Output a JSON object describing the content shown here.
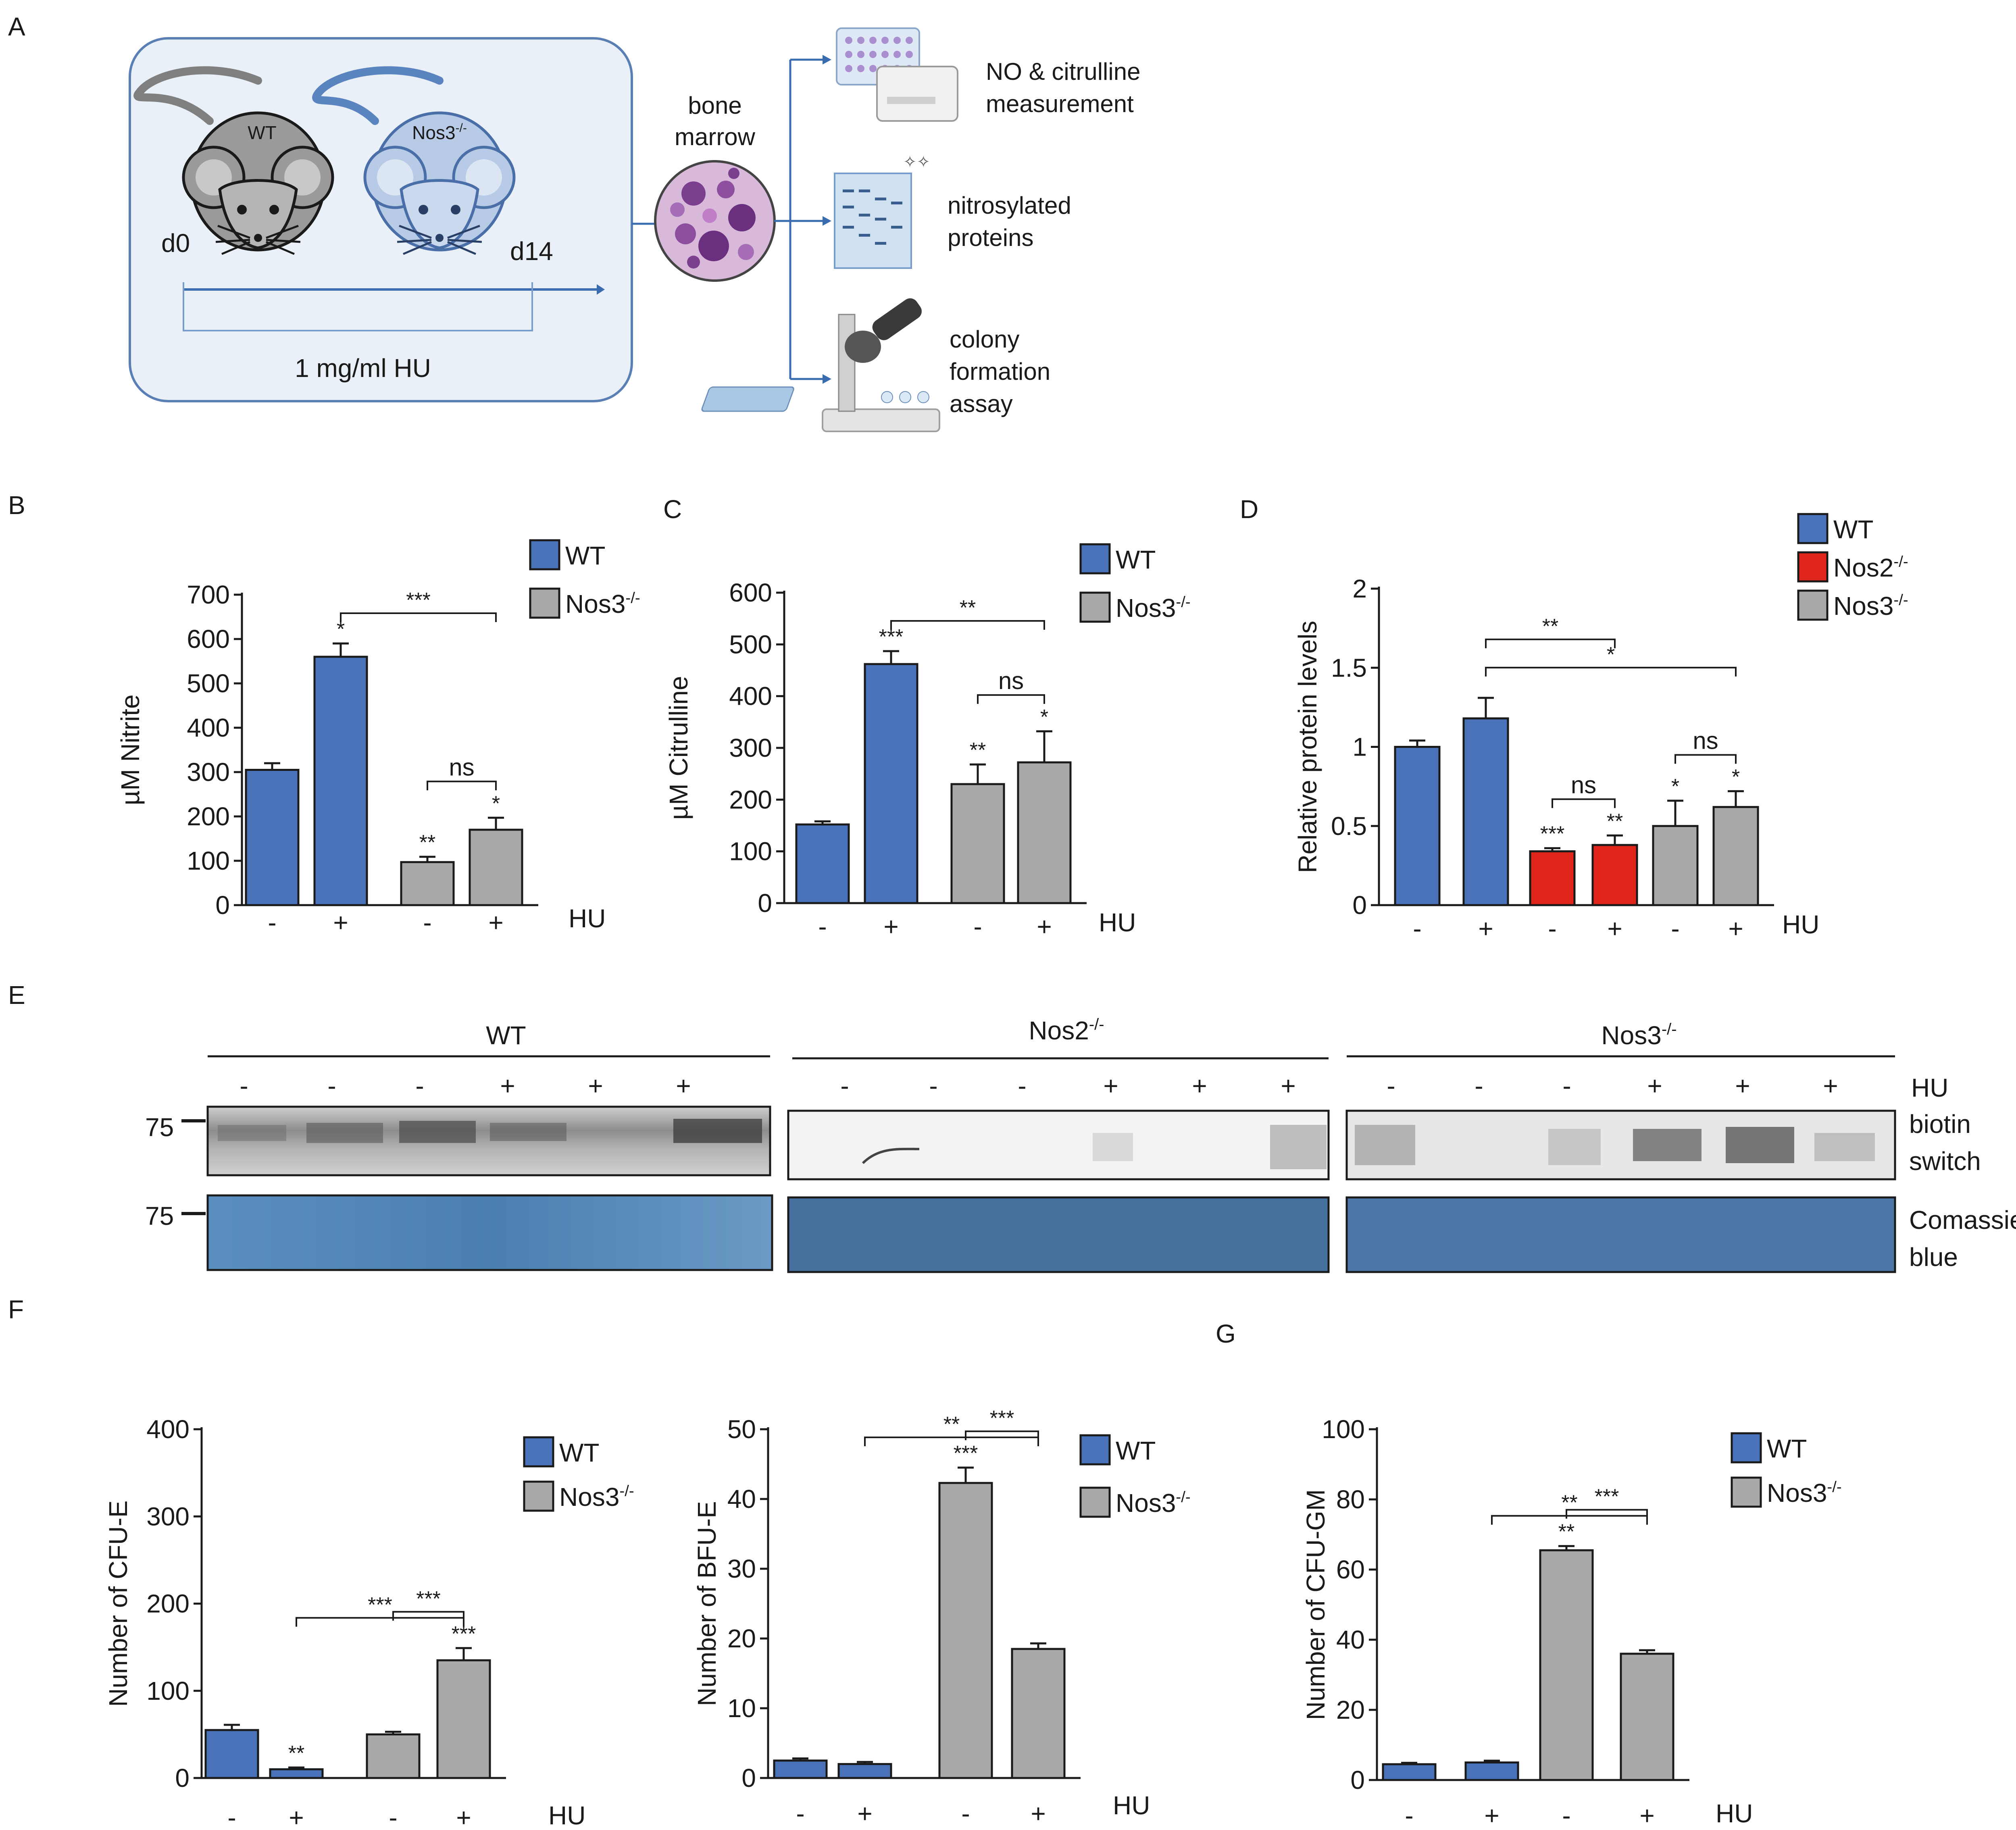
{
  "colors": {
    "wt": "#4a72b8",
    "nos2": "#e0261b",
    "nos3": "#a9a9a9",
    "schematic_bg": "#e9f0f7",
    "schematic_border": "#5a7fb5",
    "arrow": "#3a6db0",
    "coomassie": "#3f73a3"
  },
  "panels": {
    "a": "A",
    "b": "B",
    "c": "C",
    "d": "D",
    "e": "E",
    "f": "F",
    "g": "G"
  },
  "schematic": {
    "mouse_wt_label": "WT",
    "mouse_ko_label": "Nos3",
    "mouse_ko_sup": "-/-",
    "day_start": "d0",
    "day_end": "d14",
    "treatment": "1 mg/ml HU",
    "sample_line1": "bone",
    "sample_line2": "marrow",
    "assay1_line1": "NO & citrulline",
    "assay1_line2": "measurement",
    "assay2_line1": "nitrosylated",
    "assay2_line2": "proteins",
    "assay3_line1": "colony",
    "assay3_line2": "formation",
    "assay3_line3": "assay"
  },
  "legend": {
    "wt": "WT",
    "nos2": "Nos2",
    "nos3": "Nos3",
    "sup": "-/-"
  },
  "hu_label": "HU",
  "hu_signs": [
    "-",
    "+",
    "-",
    "+"
  ],
  "hu_signs_6": [
    "-",
    "+",
    "-",
    "+",
    "-",
    "+"
  ],
  "blot": {
    "groups": [
      "WT",
      "Nos2",
      "Nos3"
    ],
    "group_sup": "-/-",
    "lane_signs": [
      "-",
      "-",
      "-",
      "+",
      "+",
      "+"
    ],
    "marker": "75",
    "row1_line1": "biotin",
    "row1_line2": "switch",
    "row2_line1": "Comassie",
    "row2_line2": "blue",
    "hu": "HU"
  },
  "chart_data": [
    {
      "id": "B",
      "type": "bar",
      "ylabel": "µM Nitrite",
      "ylim": [
        0,
        700
      ],
      "yticks": [
        0,
        100,
        200,
        300,
        400,
        500,
        600,
        700
      ],
      "bars": [
        {
          "group": "WT",
          "hu": "-",
          "value": 305,
          "err": 15,
          "sig": ""
        },
        {
          "group": "WT",
          "hu": "+",
          "value": 560,
          "err": 30,
          "sig": "*"
        },
        {
          "group": "Nos3-/-",
          "hu": "-",
          "value": 97,
          "err": 12,
          "sig": "**"
        },
        {
          "group": "Nos3-/-",
          "hu": "+",
          "value": 170,
          "err": 27,
          "sig": "*"
        }
      ],
      "brackets": [
        {
          "from": 1,
          "to": 3,
          "label": "***"
        },
        {
          "from": 2,
          "to": 3,
          "label": "ns"
        }
      ],
      "legend": [
        "WT",
        "Nos3-/-"
      ]
    },
    {
      "id": "C",
      "type": "bar",
      "ylabel": "µM Citrulline",
      "ylim": [
        0,
        600
      ],
      "yticks": [
        0,
        100,
        200,
        300,
        400,
        500,
        600
      ],
      "bars": [
        {
          "group": "WT",
          "hu": "-",
          "value": 152,
          "err": 6,
          "sig": ""
        },
        {
          "group": "WT",
          "hu": "+",
          "value": 462,
          "err": 25,
          "sig": "***"
        },
        {
          "group": "Nos3-/-",
          "hu": "-",
          "value": 230,
          "err": 38,
          "sig": "**"
        },
        {
          "group": "Nos3-/-",
          "hu": "+",
          "value": 272,
          "err": 60,
          "sig": "*"
        }
      ],
      "brackets": [
        {
          "from": 1,
          "to": 3,
          "label": "**"
        },
        {
          "from": 2,
          "to": 3,
          "label": "ns"
        }
      ],
      "legend": [
        "WT",
        "Nos3-/-"
      ]
    },
    {
      "id": "D",
      "type": "bar",
      "ylabel": "Relative protein levels",
      "ylim": [
        0,
        2
      ],
      "yticks": [
        0,
        0.5,
        1,
        1.5,
        2
      ],
      "ytick_labels": [
        "0",
        "0.5",
        "1",
        "1.5",
        "2"
      ],
      "bars": [
        {
          "group": "WT",
          "hu": "-",
          "value": 1.0,
          "err": 0.04,
          "sig": ""
        },
        {
          "group": "WT",
          "hu": "+",
          "value": 1.18,
          "err": 0.13,
          "sig": ""
        },
        {
          "group": "Nos2-/-",
          "hu": "-",
          "value": 0.34,
          "err": 0.02,
          "sig": "***"
        },
        {
          "group": "Nos2-/-",
          "hu": "+",
          "value": 0.38,
          "err": 0.06,
          "sig": "**"
        },
        {
          "group": "Nos3-/-",
          "hu": "-",
          "value": 0.5,
          "err": 0.16,
          "sig": "*"
        },
        {
          "group": "Nos3-/-",
          "hu": "+",
          "value": 0.62,
          "err": 0.1,
          "sig": "*"
        }
      ],
      "brackets": [
        {
          "from": 1,
          "to": 5,
          "label": "*"
        },
        {
          "from": 1,
          "to": 3,
          "label": "**"
        },
        {
          "from": 2,
          "to": 3,
          "label": "ns"
        },
        {
          "from": 4,
          "to": 5,
          "label": "ns"
        }
      ],
      "legend": [
        "WT",
        "Nos2-/-",
        "Nos3-/-"
      ]
    },
    {
      "id": "F1",
      "type": "bar",
      "ylabel": "Number of CFU-E",
      "ylim": [
        0,
        400
      ],
      "yticks": [
        0,
        100,
        200,
        300,
        400
      ],
      "bars": [
        {
          "group": "WT",
          "hu": "-",
          "value": 55,
          "err": 6,
          "sig": ""
        },
        {
          "group": "WT",
          "hu": "+",
          "value": 10,
          "err": 2,
          "sig": "**"
        },
        {
          "group": "Nos3-/-",
          "hu": "-",
          "value": 50,
          "err": 3,
          "sig": ""
        },
        {
          "group": "Nos3-/-",
          "hu": "+",
          "value": 135,
          "err": 14,
          "sig": "***"
        }
      ],
      "brackets": [
        {
          "from": 1,
          "to": 3,
          "label": "***"
        },
        {
          "from": 2,
          "to": 3,
          "label": "***"
        }
      ],
      "legend": [
        "WT",
        "Nos3-/-"
      ]
    },
    {
      "id": "F2",
      "type": "bar",
      "ylabel": "Number of BFU-E",
      "ylim": [
        0,
        50
      ],
      "yticks": [
        0,
        10,
        20,
        30,
        40,
        50
      ],
      "bars": [
        {
          "group": "WT",
          "hu": "-",
          "value": 2.5,
          "err": 0.3,
          "sig": ""
        },
        {
          "group": "WT",
          "hu": "+",
          "value": 2.0,
          "err": 0.3,
          "sig": ""
        },
        {
          "group": "Nos3-/-",
          "hu": "-",
          "value": 42.3,
          "err": 2.2,
          "sig": "***"
        },
        {
          "group": "Nos3-/-",
          "hu": "+",
          "value": 18.5,
          "err": 0.8,
          "sig": ""
        }
      ],
      "brackets": [
        {
          "from": 1,
          "to": 3,
          "label": "**"
        },
        {
          "from": 2,
          "to": 3,
          "label": "***"
        }
      ],
      "legend": [
        "WT",
        "Nos3-/-"
      ]
    },
    {
      "id": "G",
      "type": "bar",
      "ylabel": "Number of CFU-GM",
      "ylim": [
        0,
        100
      ],
      "yticks": [
        0,
        20,
        40,
        60,
        80,
        100
      ],
      "bars": [
        {
          "group": "WT",
          "hu": "-",
          "value": 4.5,
          "err": 0.4,
          "sig": ""
        },
        {
          "group": "WT",
          "hu": "+",
          "value": 5.0,
          "err": 0.5,
          "sig": ""
        },
        {
          "group": "Nos3-/-",
          "hu": "-",
          "value": 65.5,
          "err": 1.2,
          "sig": "**"
        },
        {
          "group": "Nos3-/-",
          "hu": "+",
          "value": 36.0,
          "err": 1.0,
          "sig": ""
        }
      ],
      "brackets": [
        {
          "from": 1,
          "to": 3,
          "label": "**"
        },
        {
          "from": 2,
          "to": 3,
          "label": "***"
        }
      ],
      "legend": [
        "WT",
        "Nos3-/-"
      ]
    }
  ]
}
